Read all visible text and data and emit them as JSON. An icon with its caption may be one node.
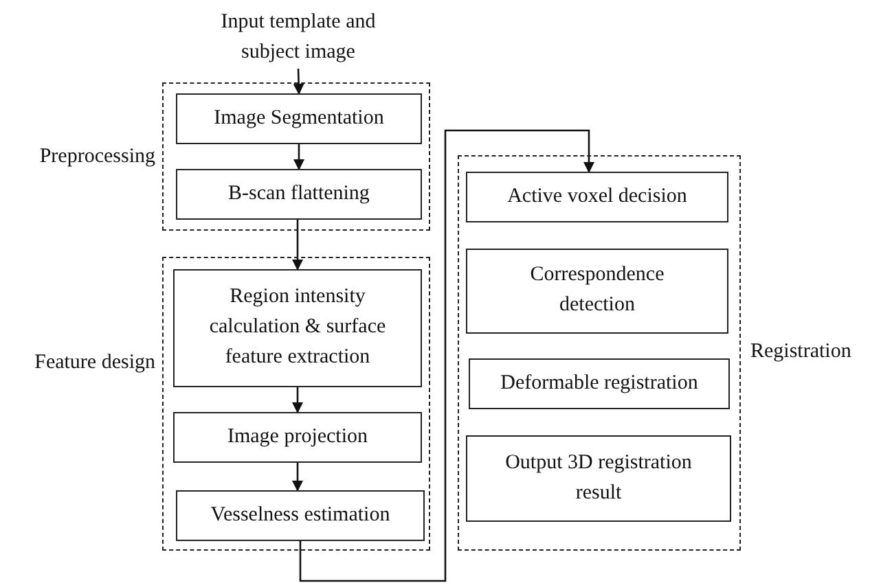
{
  "diagram": {
    "nodes": [
      {
        "text": [
          "Input template and subject image"
        ]
      },
      {
        "text": [
          "Preprocessing"
        ]
      },
      {
        "text": [
          "Image Segmentation"
        ],
        "in": 1
      },
      {
        "text": [
          "B-scan flattening"
        ],
        "in": 1
      },
      {
        "text": [
          "Feature design"
        ]
      },
      {
        "text": [
          "Region intensity calculation & surface feature extraction"
        ],
        "in": 4
      },
      {
        "text": [
          "Image projection"
        ],
        "in": 4
      },
      {
        "text": [
          "Vesselness estimation"
        ],
        "in": 4
      },
      {
        "text": [
          "Registration"
        ]
      },
      {
        "text": [
          "Active voxel decision"
        ],
        "in": 8
      },
      {
        "text": [
          "Correspondence detection"
        ],
        "in": 8
      },
      {
        "text": [
          "Deformable registration"
        ],
        "in": 8
      },
      {
        "text": [
          "Output 3D registration result"
        ],
        "in": 8
      }
    ],
    "edges": [
      {
        "from": 0,
        "to": 2,
        "arrow": "to"
      },
      {
        "from": 2,
        "to": 3,
        "arrow": "to"
      },
      {
        "from": 3,
        "to": 5,
        "arrow": "to"
      },
      {
        "from": 5,
        "to": 6,
        "arrow": "to"
      },
      {
        "from": 6,
        "to": 7,
        "arrow": "to"
      },
      {
        "from": 7,
        "to": 9,
        "arrow": "to"
      }
    ]
  }
}
